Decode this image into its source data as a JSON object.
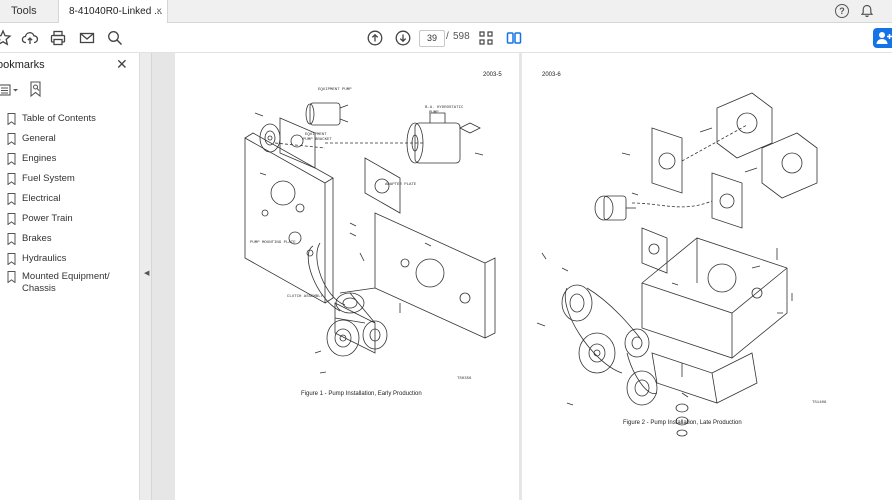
{
  "tabs": {
    "tools_label": "Tools",
    "document_label": "8-41040R0-Linked ...",
    "close_glyph": "×"
  },
  "header": {
    "help_glyph": "?"
  },
  "toolbar": {
    "current_page": "39",
    "page_separator": "/",
    "total_pages": "598",
    "accent_color": "#1473e6"
  },
  "bookmarks": {
    "title": "ookmarks",
    "close_glyph": "✕",
    "items": [
      {
        "label": "Table of Contents"
      },
      {
        "label": "General"
      },
      {
        "label": "Engines"
      },
      {
        "label": "Fuel System"
      },
      {
        "label": "Electrical"
      },
      {
        "label": "Power Train"
      },
      {
        "label": "Brakes"
      },
      {
        "label": "Hydraulics"
      },
      {
        "label": "Mounted Equipment/",
        "label2": "Chassis"
      }
    ]
  },
  "document": {
    "left_page": {
      "page_number": "2003-5",
      "caption": "Figure 1 - Pump Installation, Early Production",
      "figure_code": "TS0356",
      "labels": {
        "equipment_pump": "EQUIPMENT PUMP",
        "hydrostatic_pump_1": "B.A. HYDROSTATIC",
        "hydrostatic_pump_2": "PUMP",
        "pump_bracket_1": "EQUIPMENT",
        "pump_bracket_2": "PUMP BRACKET",
        "adapter_plate": "ADAPTER PLATE",
        "mounting_plate": "PUMP MOUNTING PLATE",
        "clutch_assembly": "CLUTCH ASSEMBLY"
      }
    },
    "right_page": {
      "page_number": "2003-6",
      "caption": "Figure 2 - Pump Installation, Late Production",
      "figure_code": "TS1408"
    }
  }
}
